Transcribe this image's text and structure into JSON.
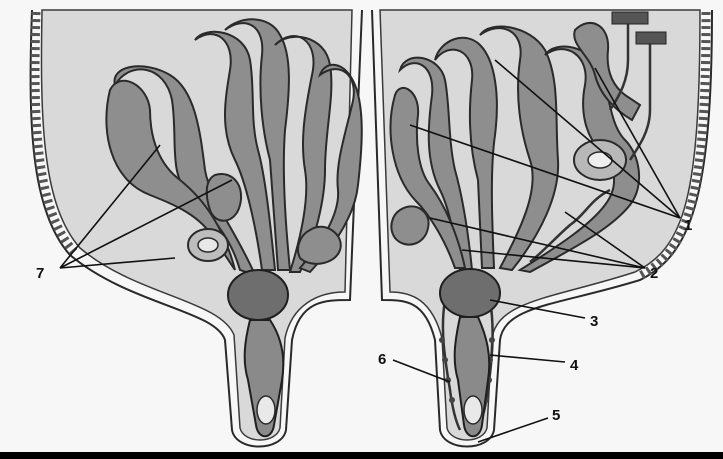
{
  "figure": {
    "labels": {
      "l1": "1",
      "l2": "2",
      "l3": "3",
      "l4": "4",
      "l5": "5",
      "l6": "6",
      "l7": "7"
    }
  },
  "colors": {
    "background": "#f7f7f7",
    "cavity_fill": "#d9d9d9",
    "lobe_fill": "#8e8e8e",
    "outline": "#2a2a2a",
    "ink": "#111111",
    "bottom_rule": "#000000"
  }
}
